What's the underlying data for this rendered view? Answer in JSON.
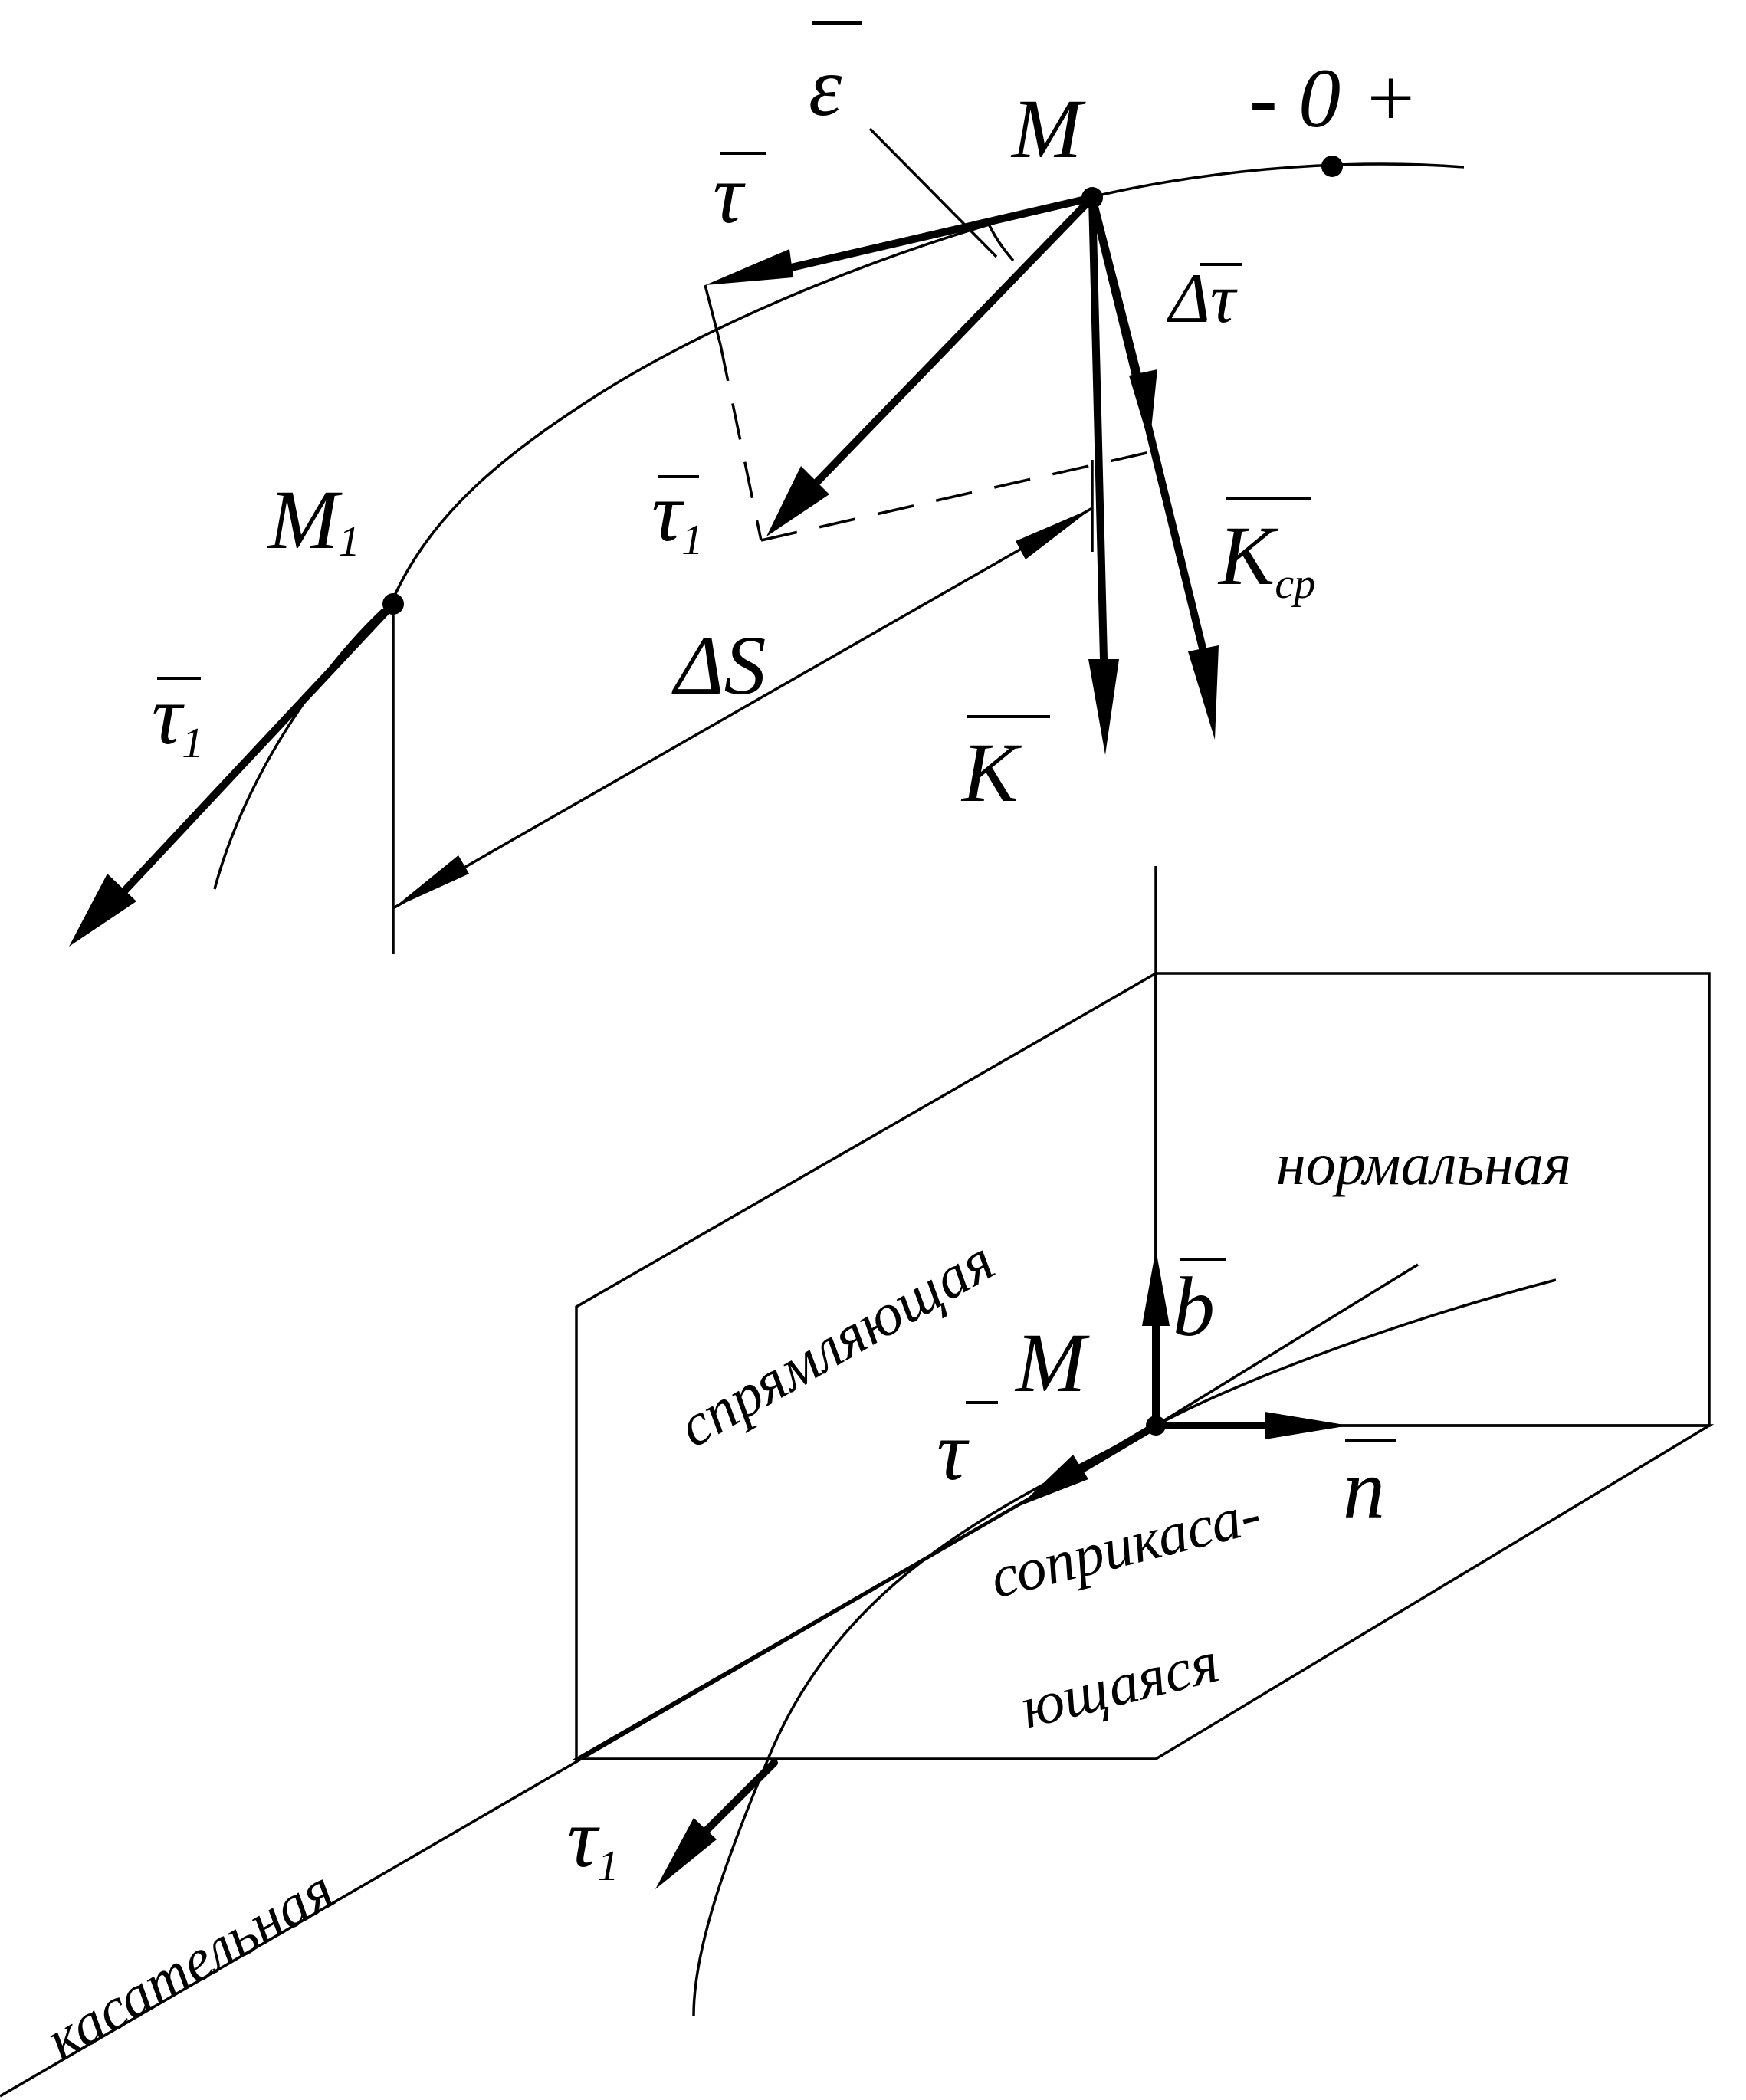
{
  "top_figure": {
    "sign_marker": "- 0 +",
    "point_M": "M",
    "point_M1": "M",
    "point_M1_sub": "1",
    "epsilon": "ε",
    "tau": "τ",
    "tau1_near_M": "τ",
    "tau1_near_M_sub": "1",
    "tau1_at_M1": "τ",
    "tau1_at_M1_sub": "1",
    "delta_tau": "Δτ",
    "delta_s": "ΔS",
    "k": "K",
    "k_avg": "K",
    "k_avg_sub": "ср"
  },
  "bottom_figure": {
    "plane_normal": "нормальная",
    "plane_rectifying": "спрямляющая",
    "plane_osculating_line1": "соприкаса-",
    "plane_osculating_line2": "ющаяся",
    "tangent_line": "касательная",
    "point_M": "M",
    "vector_b": "b",
    "vector_n": "n",
    "vector_tau": "τ",
    "vector_tau1": "τ",
    "vector_tau1_sub": "1"
  }
}
